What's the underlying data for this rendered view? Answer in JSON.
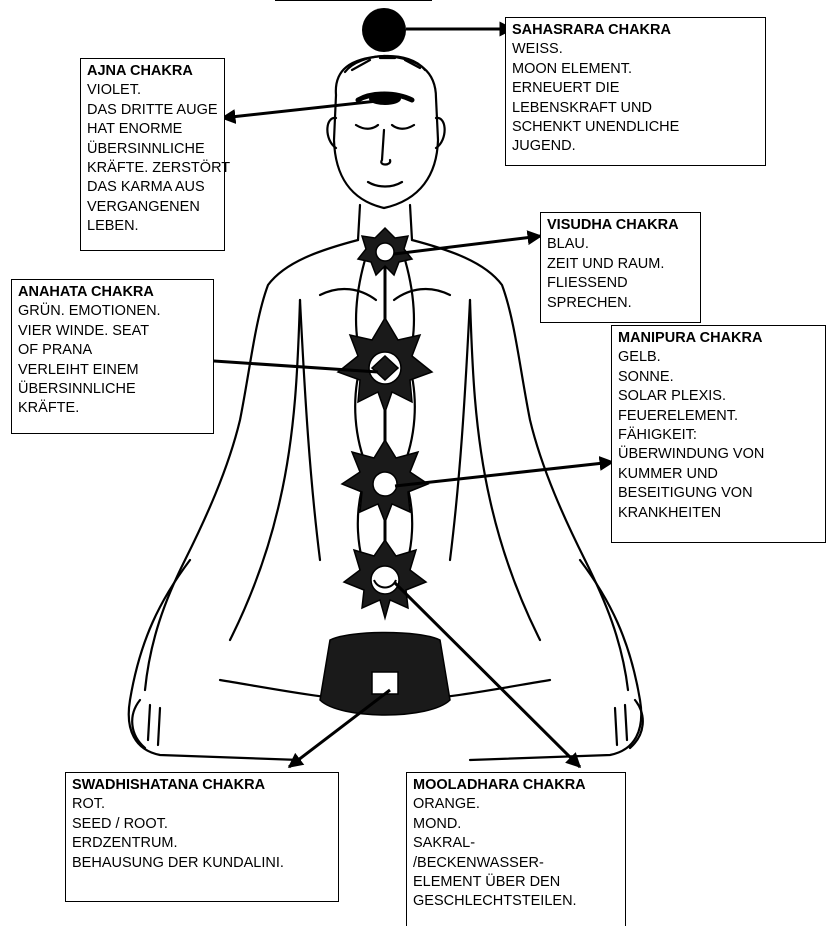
{
  "colors": {
    "ink": "#000000",
    "paper": "#ffffff",
    "shading": "#1a1a1a"
  },
  "figure": {
    "icon": "meditating-figure-icon"
  },
  "chakras": {
    "sahasrara": {
      "title": "SAHASRARA CHAKRA",
      "lines": [
        "WEISS.",
        "MOON ELEMENT.",
        "ERNEUERT DIE",
        "LEBENSKRAFT UND",
        "SCHENKT UNENDLICHE",
        "JUGEND."
      ]
    },
    "ajna": {
      "title": "AJNA CHAKRA",
      "lines": [
        "VIOLET.",
        "DAS DRITTE AUGE",
        "HAT ENORME",
        "ÜBERSINNLICHE",
        "KRÄFTE. ZERSTÖRT",
        "DAS KARMA AUS",
        "VERGANGENEN",
        "LEBEN."
      ]
    },
    "visudha": {
      "title": "VISUDHA CHAKRA",
      "lines": [
        "BLAU.",
        "ZEIT UND RAUM.",
        "FLIESSEND",
        "SPRECHEN."
      ]
    },
    "anahata": {
      "title": "ANAHATA CHAKRA",
      "lines": [
        "GRÜN. EMOTIONEN.",
        "VIER WINDE. SEAT",
        "OF PRANA",
        "VERLEIHT EINEM",
        "ÜBERSINNLICHE",
        "KRÄFTE."
      ]
    },
    "manipura": {
      "title": "MANIPURA CHAKRA",
      "lines": [
        "GELB.",
        "SONNE.",
        "SOLAR PLEXIS.",
        "FEUERELEMENT.",
        "FÄHIGKEIT:",
        "ÜBERWINDUNG VON",
        "KUMMER UND",
        "BESEITIGUNG VON",
        "KRANKHEITEN"
      ]
    },
    "swadhishatana": {
      "title": "SWADHISHATANA CHAKRA",
      "lines": [
        "ROT.",
        "SEED / ROOT.",
        "ERDZENTRUM.",
        "BEHAUSUNG DER KUNDALINI."
      ]
    },
    "mooladhara": {
      "title": "MOOLADHARA CHAKRA",
      "lines": [
        "ORANGE.",
        "MOND.",
        "SAKRAL-",
        "/BECKENWASSER-",
        "ELEMENT ÜBER DEN",
        "GESCHLECHTSTEILEN."
      ]
    }
  }
}
